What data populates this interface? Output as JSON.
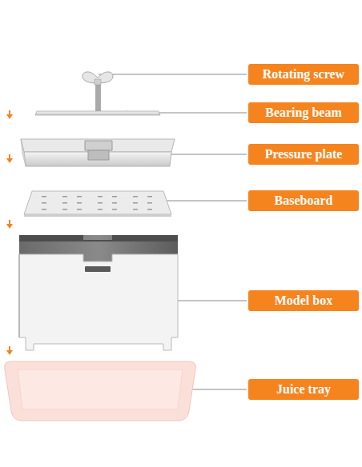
{
  "diagram": {
    "nodes": [
      {
        "text": [
          "Rotating screw"
        ]
      },
      {
        "text": [
          "Bearing beam"
        ]
      },
      {
        "text": [
          "Pressure plate"
        ]
      },
      {
        "text": [
          "Baseboard"
        ]
      },
      {
        "text": [
          "Model box"
        ]
      },
      {
        "text": [
          "Juice tray"
        ]
      }
    ]
  }
}
